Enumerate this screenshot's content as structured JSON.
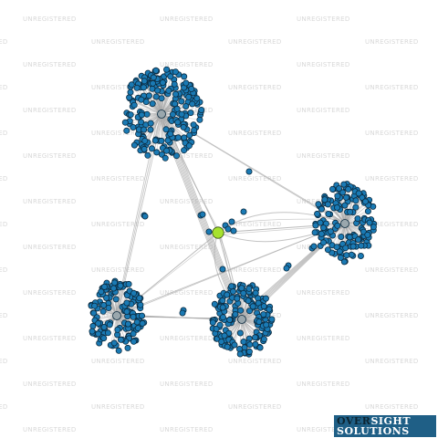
{
  "watermark": {
    "text": "UNREGISTERED",
    "color": "#d8d8d8"
  },
  "logo": {
    "line1_left": "OVER",
    "line1_right": "SIGHT",
    "line2": "SOLUTIONS",
    "background": "#1f5f86",
    "text_dark": "#0c2431",
    "text_accent": "#ffffff"
  },
  "colors": {
    "node_fill": "#1a7ab4",
    "node_stroke": "#0b2b40",
    "hub_fill": "#9aa7ad",
    "edge": "#aaaaaa",
    "focus_fill": "#a6e22e"
  },
  "network": {
    "clusters": [
      {
        "id": "cluster-top-left",
        "node_count": 210
      },
      {
        "id": "cluster-right",
        "node_count": 150
      },
      {
        "id": "cluster-bottom-left",
        "node_count": 150
      },
      {
        "id": "cluster-bottom-center",
        "node_count": 160
      }
    ],
    "focus_node": {
      "id": "focus-entity",
      "color": "#a6e22e"
    }
  }
}
